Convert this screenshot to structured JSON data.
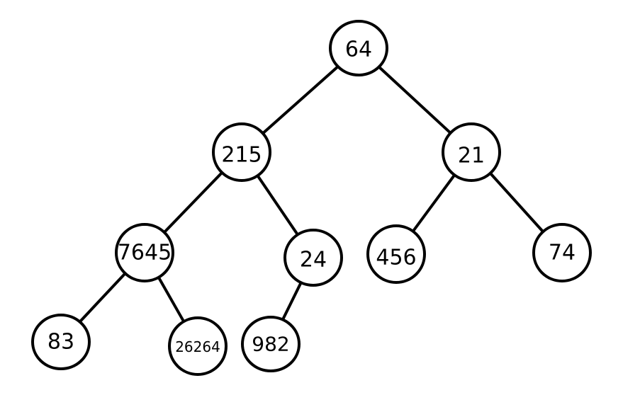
{
  "tree": {
    "nodes": [
      {
        "id": "n64",
        "label": "64"
      },
      {
        "id": "n215",
        "label": "215"
      },
      {
        "id": "n21",
        "label": "21"
      },
      {
        "id": "n7645",
        "label": "7645"
      },
      {
        "id": "n24",
        "label": "24"
      },
      {
        "id": "n456",
        "label": "456"
      },
      {
        "id": "n74",
        "label": "74"
      },
      {
        "id": "n83",
        "label": "83"
      },
      {
        "id": "n26264",
        "label": "26264"
      },
      {
        "id": "n982",
        "label": "982"
      }
    ],
    "edges": [
      {
        "from": "n64",
        "to": "n215"
      },
      {
        "from": "n64",
        "to": "n21"
      },
      {
        "from": "n215",
        "to": "n7645"
      },
      {
        "from": "n215",
        "to": "n24"
      },
      {
        "from": "n21",
        "to": "n456"
      },
      {
        "from": "n21",
        "to": "n74"
      },
      {
        "from": "n7645",
        "to": "n83"
      },
      {
        "from": "n7645",
        "to": "n26264"
      },
      {
        "from": "n24",
        "to": "n982"
      }
    ]
  }
}
